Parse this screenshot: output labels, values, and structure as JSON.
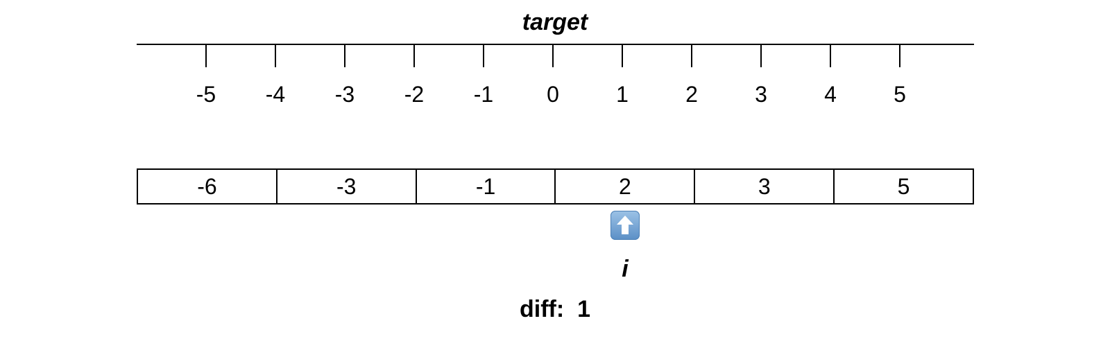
{
  "title": "target",
  "number_line": {
    "ticks": [
      "-5",
      "-4",
      "-3",
      "-2",
      "-1",
      "0",
      "1",
      "2",
      "3",
      "4",
      "5"
    ]
  },
  "array": {
    "values": [
      "-6",
      "-3",
      "-1",
      "2",
      "3",
      "5"
    ]
  },
  "pointer": {
    "icon": "up-arrow-icon",
    "label": "i",
    "index": 3
  },
  "diff": {
    "label": "diff:",
    "value": "1"
  }
}
